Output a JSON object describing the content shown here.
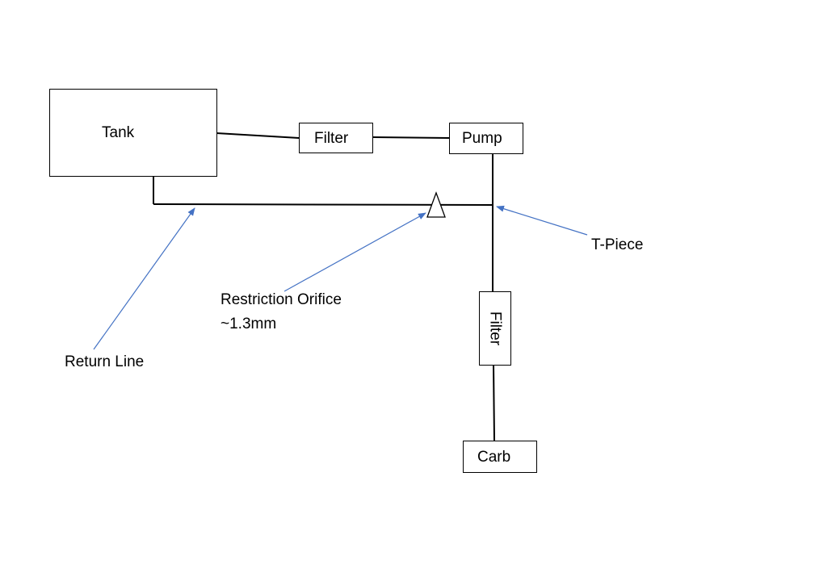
{
  "diagram": {
    "components": {
      "tank": "Tank",
      "filter_top": "Filter",
      "pump": "Pump",
      "filter_side": "Filter",
      "carb": "Carb"
    },
    "annotations": {
      "t_piece": "T-Piece",
      "restriction_orifice_line1": "Restriction Orifice",
      "restriction_orifice_line2": "~1.3mm",
      "return_line": "Return Line"
    },
    "colors": {
      "line": "#000000",
      "arrow": "#4472c4",
      "background": "#ffffff"
    }
  }
}
